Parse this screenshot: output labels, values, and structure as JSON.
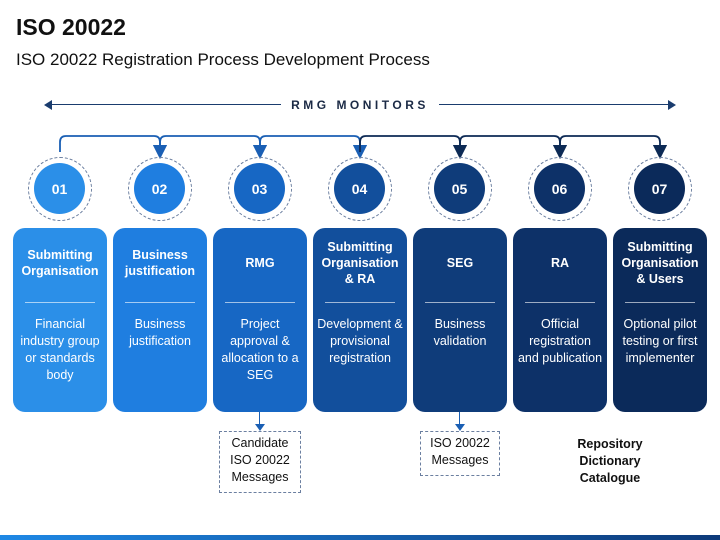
{
  "header": {
    "title": "ISO 20022",
    "subtitle": "ISO 20022 Registration Process Development Process"
  },
  "monitors": {
    "label": "RMG MONITORS"
  },
  "colors": {
    "accent": "#1a5fb4",
    "step_fills": [
      "#2b8fe8",
      "#1f7ee0",
      "#1767c4",
      "#124f9c",
      "#0f3c7a",
      "#0d3168",
      "#0b2a5a"
    ]
  },
  "steps": [
    {
      "number": "01",
      "title": "Submitting Organisation",
      "description": "Financial industry group or standards body"
    },
    {
      "number": "02",
      "title": "Business justification",
      "description": "Business justification"
    },
    {
      "number": "03",
      "title": "RMG",
      "description": "Project approval & allocation to a SEG"
    },
    {
      "number": "04",
      "title": "Submitting Organisation & RA",
      "description": "Development & provisional registration"
    },
    {
      "number": "05",
      "title": "SEG",
      "description": "Business validation"
    },
    {
      "number": "06",
      "title": "RA",
      "description": "Official registration and publication"
    },
    {
      "number": "07",
      "title": "Submitting Organisation & Users",
      "description": "Optional pilot testing or first implementer"
    }
  ],
  "outputs": {
    "candidate": "Candidate ISO 20022 Messages",
    "iso_messages": "ISO 20022 Messages",
    "repository": "Repository Dictionary Catalogue"
  }
}
